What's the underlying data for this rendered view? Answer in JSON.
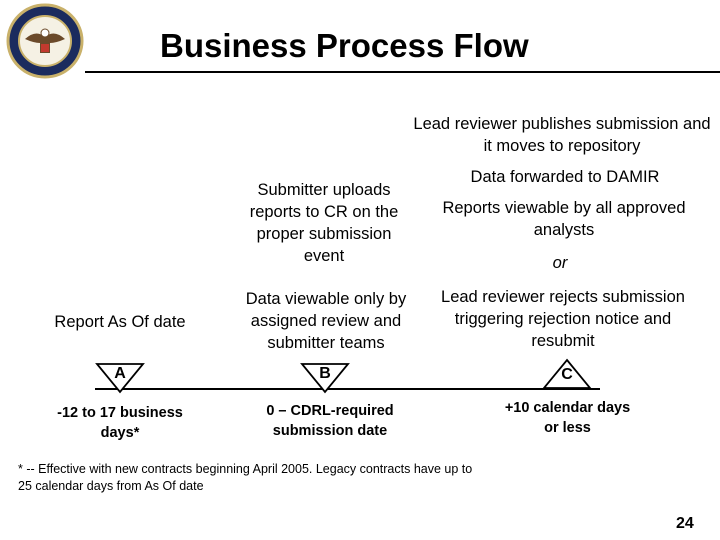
{
  "title": "Business Process Flow",
  "page_number": "24",
  "footnote": "* -- Effective with new contracts beginning April 2005.  Legacy contracts have up to 25 calendar days from As Of date",
  "top_right": {
    "publish_text": "Lead reviewer publishes submission and it moves to repository",
    "forwarded_text": "Data forwarded to DAMIR",
    "viewable_text": "Reports viewable by all approved analysts",
    "or_text": "or",
    "reject_text": "Lead reviewer rejects submission triggering rejection notice and resubmit"
  },
  "middle": {
    "upload_text": "Submitter uploads reports to CR on the proper submission event",
    "viewable_only_text": "Data viewable only by assigned review and submitter teams"
  },
  "left": {
    "report_as_of_text": "Report As Of date"
  },
  "timeline": {
    "markers": [
      {
        "label": "A",
        "caption": "-12 to 17 business days*"
      },
      {
        "label": "B",
        "caption": "0 – CDRL-required submission date"
      },
      {
        "label": "C",
        "caption": "+10 calendar days or less"
      }
    ]
  }
}
